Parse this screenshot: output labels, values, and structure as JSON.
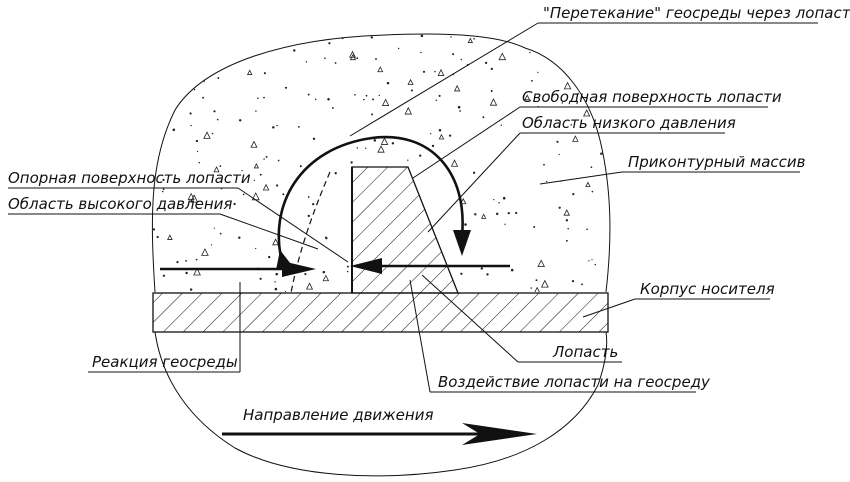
{
  "labels": {
    "overflow": "\"Перетекание\" геосреды через лопасть",
    "free_surface": "Свободная поверхность лопасти",
    "low_pressure": "Область низкого давления",
    "contour_mass": "Приконтурный массив",
    "support_surface": "Опорная поверхность лопасти",
    "high_pressure": "Область высокого давления",
    "carrier_body": "Корпус носителя",
    "reaction": "Реакция геосреды",
    "blade": "Лопасть",
    "blade_action": "Воздействие лопасти на геосреду",
    "direction": "Направление движения"
  },
  "colors": {
    "ink": "#111111",
    "background": "#ffffff"
  }
}
